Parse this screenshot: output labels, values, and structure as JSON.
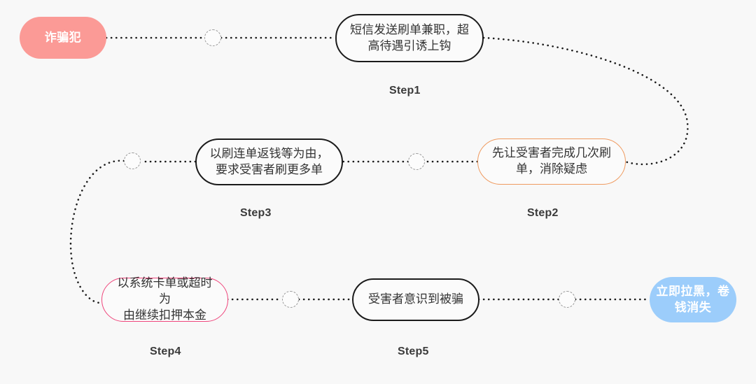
{
  "diagram": {
    "title": "诈骗刷单流程图",
    "background_color": "#f8f8f8",
    "colors": {
      "start_fill": "#fb9a96",
      "end_fill": "#9ccdfb",
      "step1_border": "#1b1b1b",
      "step2_border": "#ef9a5f",
      "step3_border": "#1b1b1b",
      "step4_border": "#ef467c",
      "step5_border": "#1b1b1b",
      "edge": "#1b1b1b",
      "junction_border": "#9a9a9a",
      "label_text": "#3b3b3b",
      "node_text": "#333333",
      "terminal_text": "#ffffff"
    }
  },
  "nodes": {
    "start": {
      "id": "start",
      "kind": "terminal",
      "text": "诈骗犯"
    },
    "step1": {
      "id": "step1",
      "kind": "step",
      "text": "短信发送刷单兼职，超\n高待遇引诱上钩",
      "label": "Step1"
    },
    "step2": {
      "id": "step2",
      "kind": "step",
      "text": "先让受害者完成几次刷\n单，消除疑虑",
      "label": "Step2"
    },
    "step3": {
      "id": "step3",
      "kind": "step",
      "text": "以刷连单返钱等为由，\n要求受害者刷更多单",
      "label": "Step3"
    },
    "step4": {
      "id": "step4",
      "kind": "step",
      "text": "以系统卡单或超时为\n由继续扣押本金",
      "label": "Step4"
    },
    "step5": {
      "id": "step5",
      "kind": "step",
      "text": "受害者意识到被骗",
      "label": "Step5"
    },
    "end": {
      "id": "end",
      "kind": "terminal",
      "text": "立即拉黑，卷\n钱消失"
    }
  },
  "flow_order": [
    "start",
    "step1",
    "step2",
    "step3",
    "step4",
    "step5",
    "end"
  ],
  "junctions": [
    {
      "id": "junction-1",
      "between": "start-step1"
    },
    {
      "id": "junction-2",
      "between": "step3-step2"
    },
    {
      "id": "junction-3",
      "between": "step4-step3"
    },
    {
      "id": "junction-4",
      "between": "step4-step5"
    },
    {
      "id": "junction-5",
      "between": "step5-end"
    }
  ]
}
